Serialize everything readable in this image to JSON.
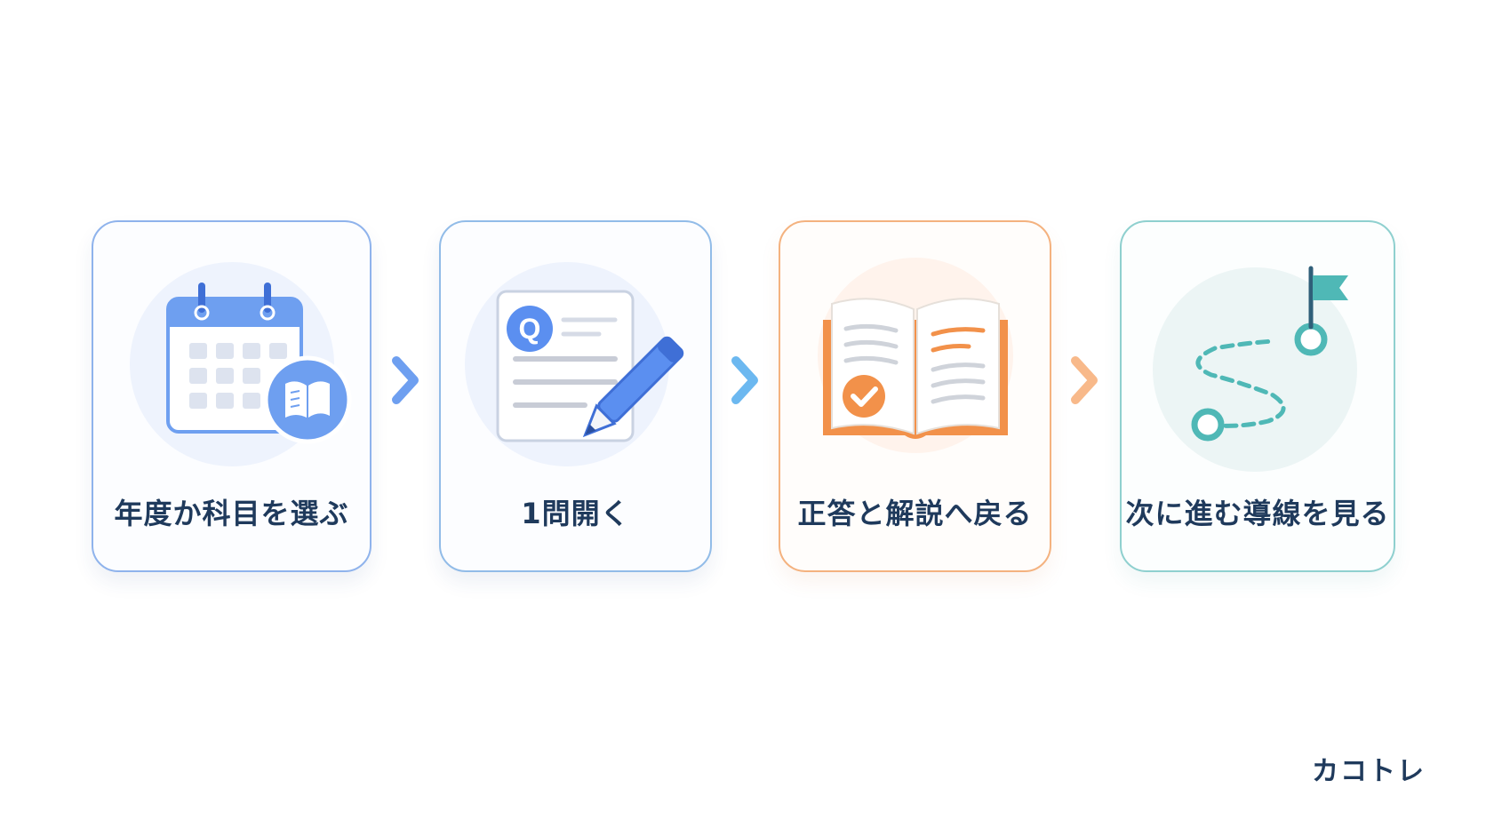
{
  "steps": [
    {
      "label": "年度か科目を選ぶ",
      "icon": "calendar-book-icon",
      "color": "#6e9ff0"
    },
    {
      "label": "1問開く",
      "icon": "question-sheet-pencil-icon",
      "color": "#5b8ff0"
    },
    {
      "label": "正答と解説へ戻る",
      "icon": "open-book-check-icon",
      "color": "#f2914a"
    },
    {
      "label": "次に進む導線を見る",
      "icon": "route-flag-icon",
      "color": "#4fb8b6"
    }
  ],
  "question_badge": "Q",
  "brand": "カコトレ"
}
